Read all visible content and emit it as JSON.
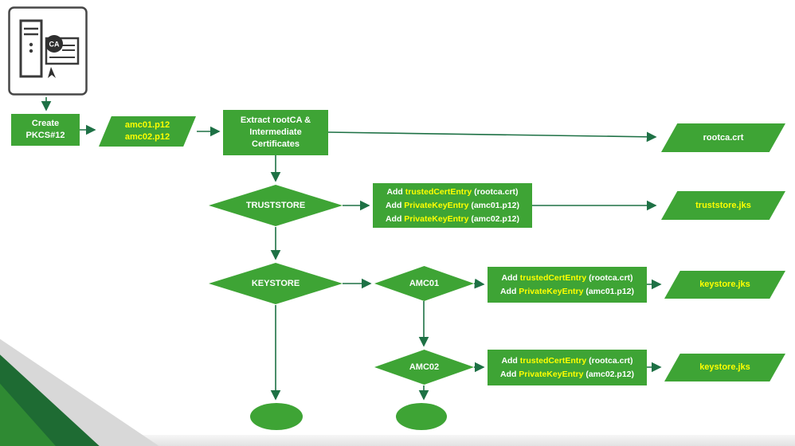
{
  "icon": {
    "ca_label": "CA"
  },
  "colors": {
    "shape_green": "#3EA435",
    "arrow_green": "#1E7145",
    "keyword_yellow": "#FFFF00",
    "text_white": "#FFFFFF",
    "corner_dark_green": "#1E6B33"
  },
  "nodes": {
    "create": {
      "line1": "Create",
      "line2": "PKCS#12"
    },
    "p12_files": {
      "line1": "amc01.p12",
      "line2": "amc02.p12"
    },
    "extract": {
      "line1": "Extract rootCA &",
      "line2": "Intermediate",
      "line3": "Certificates"
    },
    "rootca": {
      "label": "rootca.crt"
    },
    "truststore": {
      "label": "TRUSTSTORE"
    },
    "truststore_add": {
      "lines": [
        {
          "prefix": "Add ",
          "keyword": "trustedCertEntry",
          "suffix": " (rootca.crt)"
        },
        {
          "prefix": "Add ",
          "keyword": "PrivateKeyEntry",
          "suffix": " (amc01.p12)"
        },
        {
          "prefix": "Add ",
          "keyword": "PrivateKeyEntry",
          "suffix": " (amc02.p12)"
        }
      ]
    },
    "truststore_jks": {
      "label": "truststore.jks"
    },
    "keystore": {
      "label": "KEYSTORE"
    },
    "amc01": {
      "label": "AMC01"
    },
    "amc01_add": {
      "lines": [
        {
          "prefix": "Add ",
          "keyword": "trustedCertEntry",
          "suffix": " (rootca.crt)"
        },
        {
          "prefix": "Add ",
          "keyword": "PrivateKeyEntry",
          "suffix": " (amc01.p12)"
        }
      ]
    },
    "keystore_jks_1": {
      "label": "keystore.jks"
    },
    "amc02": {
      "label": "AMC02"
    },
    "amc02_add": {
      "lines": [
        {
          "prefix": "Add ",
          "keyword": "trustedCertEntry",
          "suffix": " (rootca.crt)"
        },
        {
          "prefix": "Add ",
          "keyword": "PrivateKeyEntry",
          "suffix": " (amc02.p12)"
        }
      ]
    },
    "keystore_jks_2": {
      "label": "keystore.jks"
    }
  }
}
